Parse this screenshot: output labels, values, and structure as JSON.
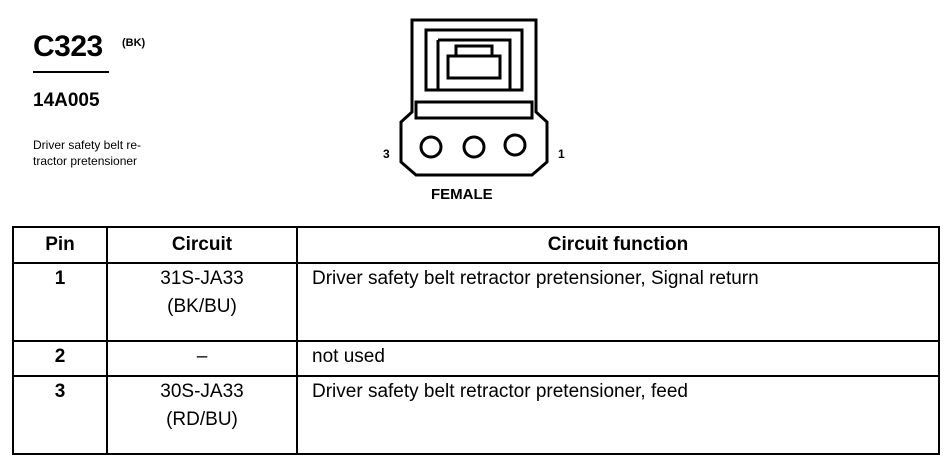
{
  "header": {
    "connector_id": "C323",
    "connector_color": "(BK)",
    "part_number": "14A005",
    "description_line1": "Driver safety belt re-",
    "description_line2": "tractor pretensioner"
  },
  "connector_view": {
    "left_pin_label": "3",
    "right_pin_label": "1",
    "gender": "FEMALE"
  },
  "table": {
    "headers": {
      "pin": "Pin",
      "circuit": "Circuit",
      "function": "Circuit function"
    },
    "rows": [
      {
        "pin": "1",
        "circuit": "31S-JA33",
        "circuit_color": "(BK/BU)",
        "function": "Driver safety belt retractor pretensioner, Signal return"
      },
      {
        "pin": "2",
        "circuit": "–",
        "circuit_color": "",
        "function": "not used"
      },
      {
        "pin": "3",
        "circuit": "30S-JA33",
        "circuit_color": "(RD/BU)",
        "function": "Driver safety belt retractor pretensioner, feed"
      }
    ]
  }
}
